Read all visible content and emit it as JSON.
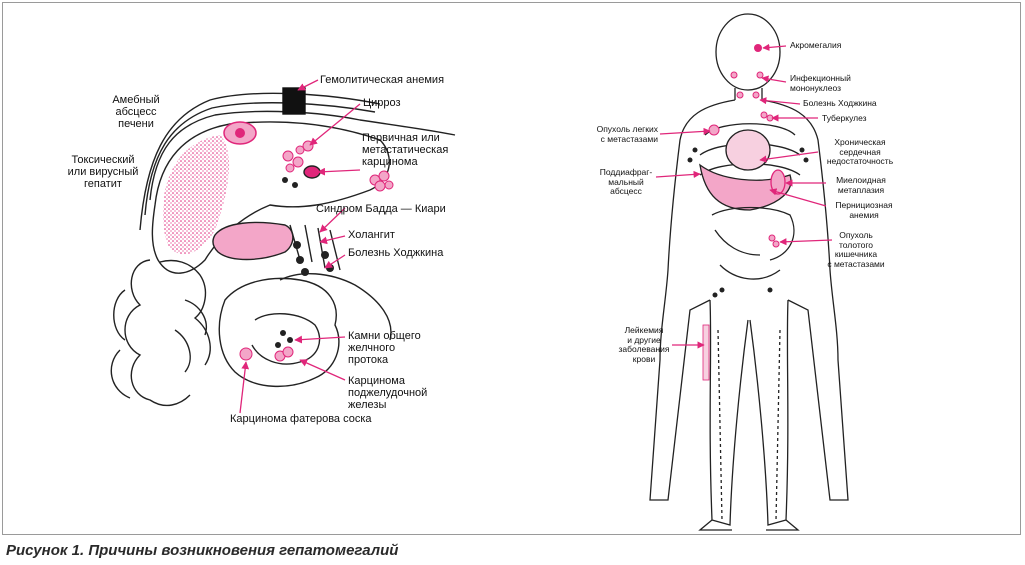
{
  "caption": "Рисунок 1. Причины возникновения гепатомегалий",
  "liver_labels": {
    "hemolytic_anemia": "Гемолитическая анемия",
    "amoebic_abscess_1": "Амебный",
    "amoebic_abscess_2": "абсцесс",
    "amoebic_abscess_3": "печени",
    "cirrhosis": "Цирроз",
    "carcinoma_1": "Первичная или",
    "carcinoma_2": "метастатическая",
    "carcinoma_3": "карцинома",
    "toxic_hepatitis_1": "Токсический",
    "toxic_hepatitis_2": "или вирусный",
    "toxic_hepatitis_3": "гепатит",
    "budd_chiari": "Синдром Бадда — Киари",
    "cholangitis": "Холангит",
    "hodgkin": "Болезнь Ходжкина",
    "bile_stones_1": "Камни общего",
    "bile_stones_2": "желчного",
    "bile_stones_3": "протока",
    "pancreas_carcinoma_1": "Карцинома",
    "pancreas_carcinoma_2": "поджелудочной",
    "pancreas_carcinoma_3": "железы",
    "vater_carcinoma": "Карцинома фатерова соска"
  },
  "body_labels": {
    "acromegaly": "Акромегалия",
    "mono_1": "Инфекционный",
    "mono_2": "мононуклеоз",
    "hodgkin": "Болезнь Ходжкина",
    "tuberculosis": "Туберкулез",
    "lung_tumor_1": "Опухоль легких",
    "lung_tumor_2": "с метастазами",
    "heart_1": "Хроническая",
    "heart_2": "сердечная",
    "heart_3": "недостаточность",
    "subphrenic_1": "Поддиафраг-",
    "subphrenic_2": "мальный",
    "subphrenic_3": "абсцесс",
    "myeloid_1": "Миелоидная",
    "myeloid_2": "метаплазия",
    "pernicious_1": "Пернициозная",
    "pernicious_2": "анемия",
    "colon_tumor_1": "Опухоль",
    "colon_tumor_2": "толотого",
    "colon_tumor_3": "кишечника",
    "colon_tumor_4": "с метастазами",
    "leukemia_1": "Лейкемия",
    "leukemia_2": "и другие",
    "leukemia_3": "заболевания",
    "leukemia_4": "крови"
  },
  "colors": {
    "accent": "#e0267a",
    "pink_fill": "#f3a6c8",
    "line": "#222222"
  }
}
